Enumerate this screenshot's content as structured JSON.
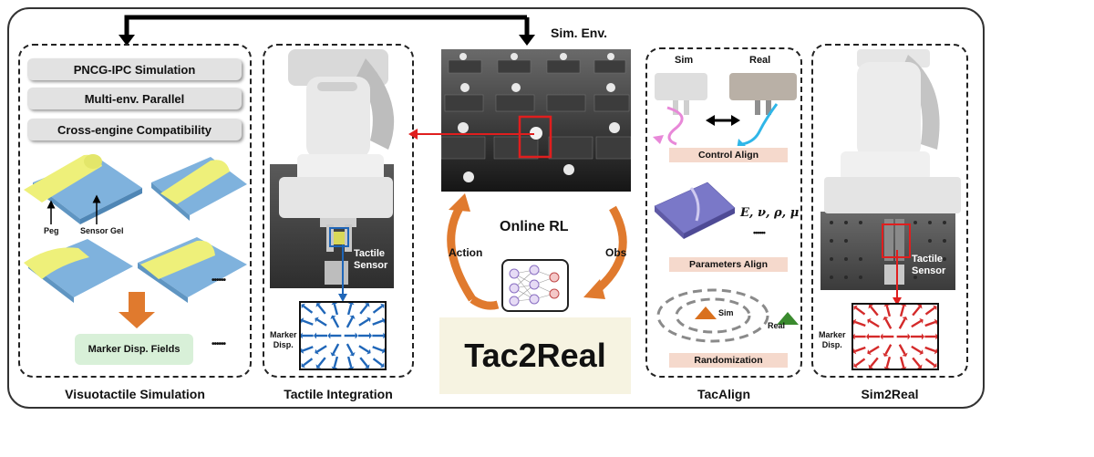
{
  "sections": {
    "visuotactile": {
      "caption": "Visuotactile Simulation",
      "features": [
        "PNCG-IPC Simulation",
        "Multi-env. Parallel",
        "Cross-engine Compatibility"
      ],
      "labels": {
        "peg": "Peg",
        "sensor_gel": "Sensor Gel"
      },
      "output_box": "Marker Disp. Fields",
      "ellipsis": "••••••"
    },
    "tactile_integration": {
      "caption": "Tactile Integration",
      "sensor_label": "Tactile\nSensor",
      "marker_label": "Marker\nDisp."
    },
    "center": {
      "sim_env": "Sim. Env.",
      "online_rl": "Online RL",
      "action": "Action",
      "obs": "Obs",
      "brand": "Tac2Real"
    },
    "tacalign": {
      "caption": "TacAlign",
      "sim": "Sim",
      "real": "Real",
      "control_align": "Control Align",
      "params_formula": "E, ν, ρ, μ",
      "params_ellipsis": "••••••",
      "parameters_align": "Parameters Align",
      "rand_sim": "Sim",
      "rand_real": "Real",
      "randomization": "Randomization"
    },
    "sim2real": {
      "caption": "Sim2Real",
      "sensor_label": "Tactile\nSensor",
      "marker_label": "Marker\nDisp."
    }
  },
  "colors": {
    "gel_blue": "#7fb2dd",
    "peg_yellow": "#eef07a",
    "process_orange": "#e07a2e",
    "field_blue": "#1f66b8",
    "field_red": "#d42a2a",
    "rand_triangle_sim": "#d9701e",
    "rand_triangle_real": "#3a8a2e",
    "brand_bg": "#f6f3e1",
    "marker_box_green": "#d8f0d8"
  }
}
